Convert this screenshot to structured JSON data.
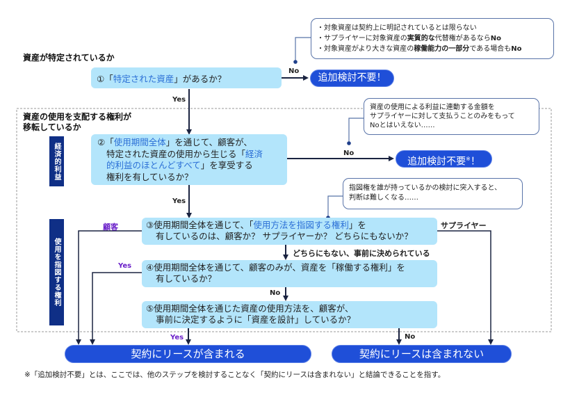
{
  "sections": {
    "identified_asset": "資産が特定されているか",
    "control_line1": "資産の使用を支配する権利が",
    "control_line2": "移転しているか"
  },
  "side_labels": {
    "economic_benefit": "経済的利益",
    "direct_use": "使用を指図する権利"
  },
  "questions": {
    "q1": {
      "num": "①",
      "pre": "「",
      "hl": "特定された資産",
      "post": "」があるか？"
    },
    "q2": {
      "num": "②",
      "pre": "「",
      "hl1": "使用期間全体",
      "mid1": "」を通じて、顧客が、",
      "line2": "特定された資産の使用から生じる「",
      "hl2a": "経済",
      "hl2b": "的利益のほとんどすべて",
      "mid2": "」を享受する",
      "line4": "権利を有しているか？"
    },
    "q3": {
      "num": "③",
      "pre": "使用期間全体を通じて、「",
      "hl": "使用方法を指図する権利",
      "post": "」を",
      "line2": "有しているのは、顧客か？ サプライヤーか？ どちらにもないか？"
    },
    "q4": {
      "num": "④",
      "line1": "使用期間全体を通じて、顧客のみが、資産を「稼働する権利」を",
      "line2": "有しているか？"
    },
    "q5": {
      "num": "⑤",
      "line1": "使用期間全体を通じた資産の使用方法を、顧客が、",
      "line2": "事前に決定するように「資産を設計」しているか？"
    }
  },
  "outcomes": {
    "no_further_1": "追加検討不要！",
    "no_further_2": "追加検討不要",
    "no_further_2_mark": "※",
    "no_further_2_end": "！",
    "contains_lease": "契約にリースが含まれる",
    "no_lease": "契約にリースは含まれない"
  },
  "notes": {
    "note1": [
      {
        "parts": [
          {
            "t": "・対象資産は契約上に明記されているとは限らない",
            "b": false
          }
        ]
      },
      {
        "parts": [
          {
            "t": "・サプライヤーに対象資産の",
            "b": false
          },
          {
            "t": "実質的な",
            "b": true
          },
          {
            "t": "代替権",
            "b": false
          },
          {
            "t": "があるなら",
            "b": false
          },
          {
            "t": "No",
            "b": true
          }
        ]
      },
      {
        "parts": [
          {
            "t": "・対象資産がより大きな資産の",
            "b": false
          },
          {
            "t": "稼働能力の一部分",
            "b": true
          },
          {
            "t": "である場合も",
            "b": false
          },
          {
            "t": "No",
            "b": true
          }
        ]
      }
    ],
    "note2": [
      "資産の使用による利益に連動する金額を",
      "サプライヤーに対して支払うことのみをもって",
      "Noとはいえない……"
    ],
    "note3": [
      "指図権を誰が持っているかの検討に突入すると、",
      "判断は難しくなる……"
    ]
  },
  "edge_labels": {
    "q1_no": "No",
    "q1_yes": "Yes",
    "q2_no": "No",
    "q2_yes": "Yes",
    "q3_customer": "顧客",
    "q3_supplier": "サプライヤー",
    "q3_neither": "どちらにもない、事前に決められている",
    "q4_yes": "Yes",
    "q4_no": "No",
    "q5_yes": "Yes",
    "q5_no": "No"
  },
  "footnote": "※「追加検討不要」とは、ここでは、他のステップを検討することなく「契約にリースは含まれない」と結論できることを指す。",
  "colors": {
    "question_bg": "#b3e5fb",
    "highlight_text": "#2b6fd6",
    "outcome_bg": "#1f4fd8",
    "side_label_bg": "#0f2f86",
    "edge_label_purple": "#6a1fc9"
  }
}
